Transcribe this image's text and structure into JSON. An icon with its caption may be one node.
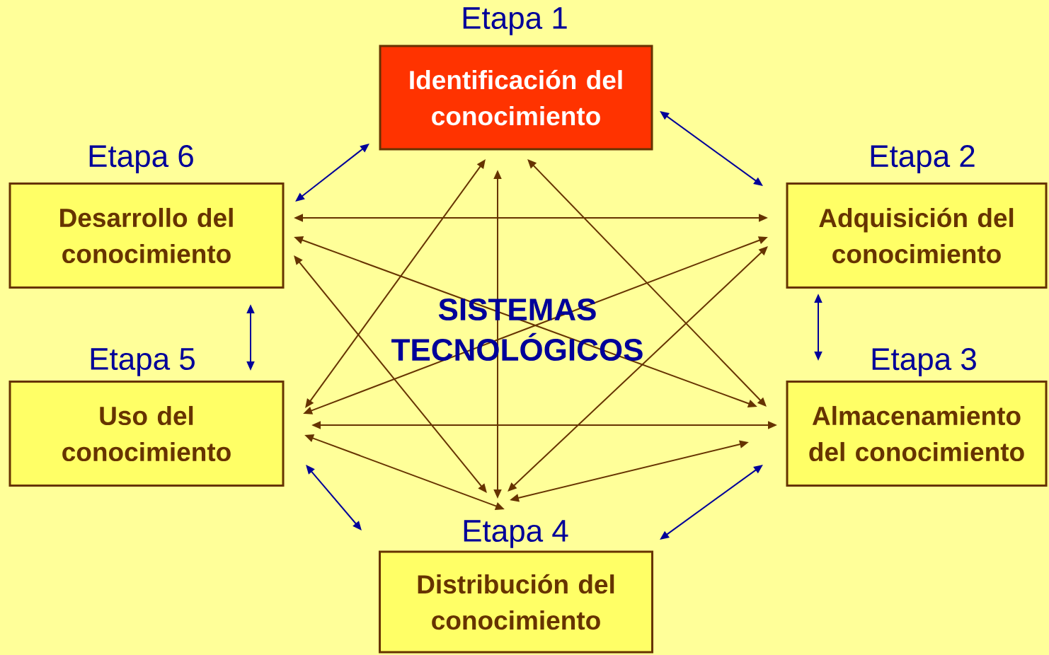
{
  "diagram": {
    "nodes": [
      {
        "text": [
          "Etapa 1",
          "Identificación del conocimiento"
        ]
      },
      {
        "text": [
          "Etapa 2",
          "Adquisición del conocimiento"
        ]
      },
      {
        "text": [
          "Etapa 3",
          "Almacenamiento del conocimiento"
        ]
      },
      {
        "text": [
          "Etapa 4",
          "Distribución del conocimiento"
        ]
      },
      {
        "text": [
          "Etapa 5",
          "Uso del conocimiento"
        ]
      },
      {
        "text": [
          "Etapa 6",
          "Desarrollo del conocimiento"
        ]
      }
    ],
    "edges": [
      {
        "from": 0,
        "to": 1,
        "arrow": "both",
        "color": "#000099"
      },
      {
        "from": 0,
        "to": 5,
        "arrow": "both",
        "color": "#000099"
      },
      {
        "from": 1,
        "to": 2,
        "arrow": "both",
        "color": "#000099"
      },
      {
        "from": 2,
        "to": 3,
        "arrow": "both",
        "color": "#000099"
      },
      {
        "from": 3,
        "to": 4,
        "arrow": "both",
        "color": "#000099"
      },
      {
        "from": 4,
        "to": 5,
        "arrow": "both",
        "color": "#000099"
      },
      {
        "from": 5,
        "to": 1,
        "arrow": "both"
      },
      {
        "from": 4,
        "to": 2,
        "arrow": "both"
      },
      {
        "from": 0,
        "to": 3,
        "arrow": "both"
      },
      {
        "from": 5,
        "to": 2,
        "arrow": "both"
      },
      {
        "from": 1,
        "to": 4,
        "arrow": "both"
      },
      {
        "from": 0,
        "to": 4,
        "arrow": "both"
      },
      {
        "from": 0,
        "to": 2,
        "arrow": "both"
      },
      {
        "from": 5,
        "to": 3,
        "arrow": "both"
      },
      {
        "from": 1,
        "to": 3,
        "arrow": "both"
      },
      {
        "from": 4,
        "to": 3,
        "arrow": "both"
      },
      {
        "from": 3,
        "to": 2,
        "arrow": "both"
      }
    ],
    "labels": [
      "SISTEMAS TECNOLÓGICOS"
    ]
  }
}
